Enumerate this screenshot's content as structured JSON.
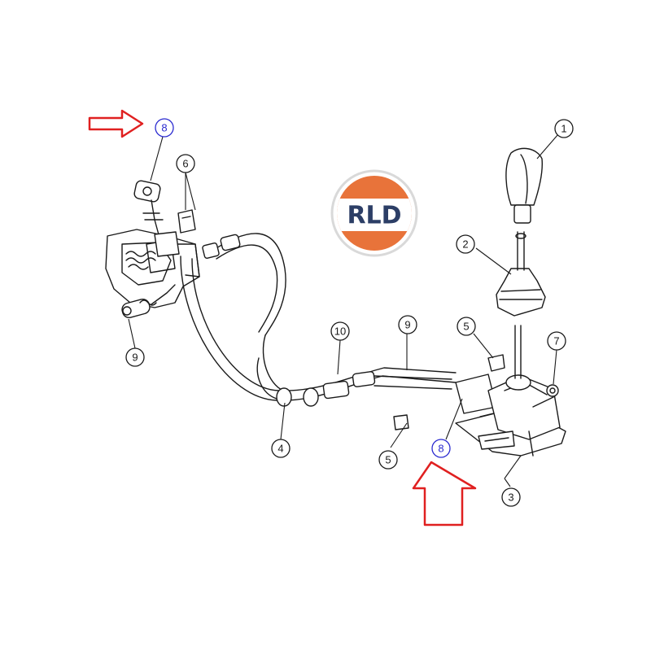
{
  "logo": {
    "text": "RLD",
    "colors": {
      "top": "#e8733a",
      "band": "#ffffff",
      "text": "#2c3e66",
      "ring": "#d9d9d9"
    }
  },
  "highlight_color": "#e02020",
  "callout_color_default": "#1a1a1a",
  "callout_color_highlight": "#2a2ad0",
  "callouts": [
    {
      "id": "c1",
      "label": "1"
    },
    {
      "id": "c2",
      "label": "2"
    },
    {
      "id": "c3",
      "label": "3"
    },
    {
      "id": "c4",
      "label": "4"
    },
    {
      "id": "c5a",
      "label": "5"
    },
    {
      "id": "c5b",
      "label": "5"
    },
    {
      "id": "c6",
      "label": "6"
    },
    {
      "id": "c7",
      "label": "7"
    },
    {
      "id": "c8a",
      "label": "8"
    },
    {
      "id": "c8b",
      "label": "8"
    },
    {
      "id": "c9a",
      "label": "9"
    },
    {
      "id": "c9b",
      "label": "9"
    },
    {
      "id": "c10",
      "label": "10"
    }
  ],
  "highlighted_parts": [
    "8"
  ]
}
